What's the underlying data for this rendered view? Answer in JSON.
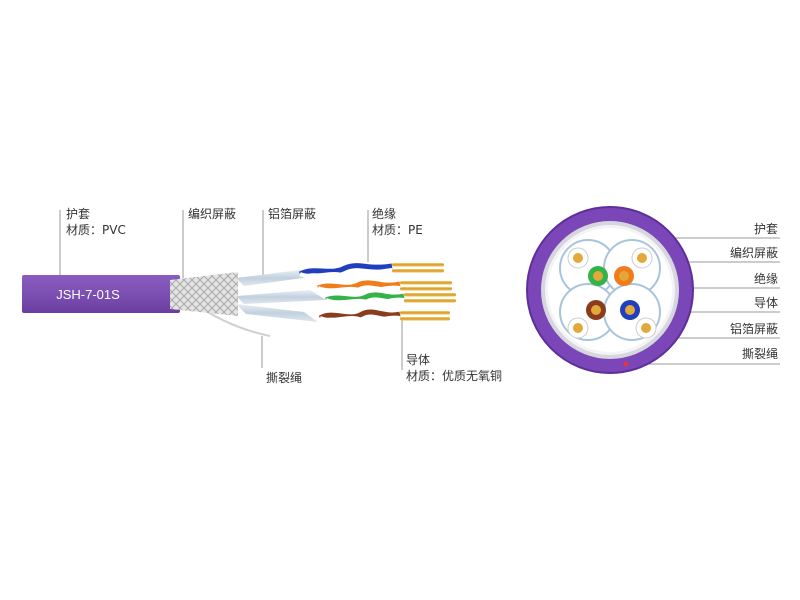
{
  "colors": {
    "jacket": "#7c4fb2",
    "jacket_dark": "#5a2d91",
    "braid": "#d9d9d9",
    "foil": "#c7d6e4",
    "conductor": "#e2a93a",
    "pair_blue": "#1f3fbf",
    "pair_orange": "#f07d1c",
    "pair_green": "#33b34a",
    "pair_brown": "#8b3b1e",
    "ripcord": "#d93a3a",
    "leader": "#999999"
  },
  "side_view": {
    "cable_code": "JSH-7-01S",
    "labels": {
      "jacket_name": "护套",
      "jacket_material": "材质：PVC",
      "braid": "编织屏蔽",
      "foil": "铝箔屏蔽",
      "insulation_name": "绝缘",
      "insulation_material": "材质：PE",
      "ripcord": "撕裂绳",
      "conductor_name": "导体",
      "conductor_material": "材质：优质无氧铜"
    }
  },
  "cross_section": {
    "labels": [
      "护套",
      "编织屏蔽",
      "绝缘",
      "导体",
      "铝箔屏蔽",
      "撕裂绳"
    ]
  }
}
